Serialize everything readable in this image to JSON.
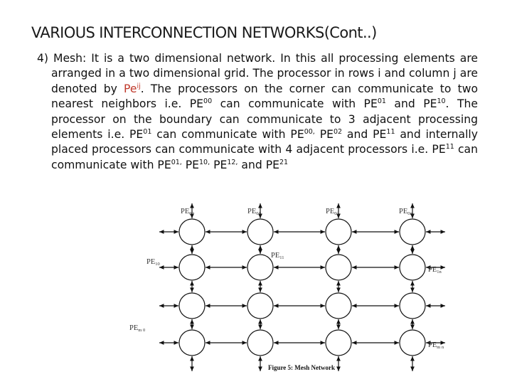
{
  "slide": {
    "title": "VARIOUS INTERCONNECTION NETWORKS(Cont..)",
    "paragraph": {
      "p1": "4) Mesh: It is a two dimensional network. In this all processing elements are arranged in a two dimensional grid. The processor in rows i and column j are denoted by ",
      "pe_ij": "Pe",
      "pe_ij_sup": "ij",
      "p2": ". The processors on the corner can communicate to two nearest neighbors i.e. PE",
      "sup_00a": "00",
      "p3": " can communicate with PE",
      "sup_01a": "01",
      "p4": " and PE",
      "sup_10a": "10",
      "p5": ". The processor on the boundary can communicate to 3 adjacent processing elements i.e. PE",
      "sup_01b": "01",
      "p6": " can communicate with PE",
      "sup_00b": "00,",
      "p7": " PE",
      "sup_02": "02",
      "p8": " and PE",
      "sup_11a": "11",
      "p9": " and internally placed processors can communicate with 4 adjacent processors i.e. PE",
      "sup_11b": "11",
      "p10": " can communicate with PE",
      "sup_01c": "01,",
      "p11": " PE",
      "sup_10b": "10,",
      "p12": " PE",
      "sup_12": "12,",
      "p13": " and PE",
      "sup_21": "21"
    }
  },
  "figure": {
    "caption": "Figure 5: Mesh Network",
    "labels": {
      "pe00": {
        "base": "PE",
        "sub": "00"
      },
      "pe01": {
        "base": "PE",
        "sub": "01"
      },
      "pe02": {
        "base": "PE",
        "sub": "02"
      },
      "pe0n": {
        "base": "PE",
        "sub": "0n"
      },
      "pe10": {
        "base": "PE",
        "sub": "10"
      },
      "pe11": {
        "base": "PE",
        "sub": "11"
      },
      "pe1n": {
        "base": "PE",
        "sub": "1n"
      },
      "pem0": {
        "base": "PE",
        "sub": "m 0"
      },
      "pemn": {
        "base": "PE",
        "sub": "m n"
      }
    }
  }
}
